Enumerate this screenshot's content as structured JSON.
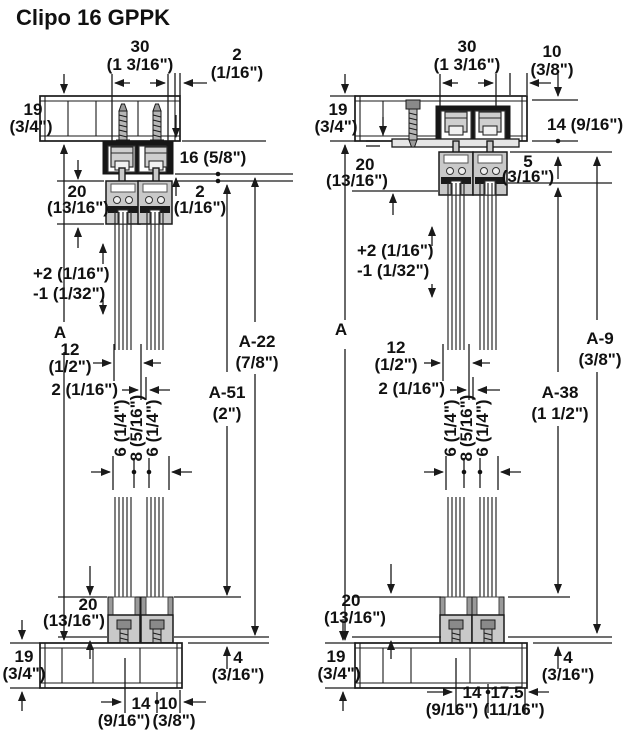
{
  "title": "Clipo 16 GPPK",
  "colors": {
    "line": "#1a1a1a",
    "track": "#161616",
    "metal": "#c9c9c9",
    "background": "#ffffff"
  },
  "left": {
    "track_width": {
      "mm": "30",
      "inch": "(1 3/16\")"
    },
    "reveal": {
      "mm": "2",
      "inch": "(1/16\")"
    },
    "panel_top": {
      "mm": "19",
      "inch": "(3/4\")"
    },
    "track_height": "16 (5/8\")",
    "track_clip_gap": {
      "mm": "2",
      "inch": "(1/16\")"
    },
    "clip_top": {
      "mm": "20",
      "inch": "(13/16\")"
    },
    "adjust": {
      "plus": "+2 (1/16\")",
      "minus": "-1 (1/32\")"
    },
    "height_label": "A",
    "glass_inset": {
      "mm": "12",
      "inch": "(1/2\")"
    },
    "glass_gap": "2 (1/16\")",
    "a22": {
      "val": "A-22",
      "inch": "(7/8\")"
    },
    "a51": {
      "val": "A-51",
      "inch": "(2\")"
    },
    "glass1": "6 (1/4\")",
    "gap8": "8 (5/16\")",
    "glass2": "6 (1/4\")",
    "clip_bottom": {
      "mm": "20",
      "inch": "(13/16\")"
    },
    "panel_bottom": {
      "mm": "19",
      "inch": "(3/4\")"
    },
    "floor_gap": {
      "mm": "4",
      "inch": "(3/16\")"
    },
    "screw_spacing": {
      "mm": "14",
      "inch": "(9/16\")"
    },
    "edge_dist": {
      "mm": "10",
      "inch": "(3/8\")"
    }
  },
  "right": {
    "track_width": {
      "mm": "30",
      "inch": "(1 3/16\")"
    },
    "edge_recess": {
      "mm": "10",
      "inch": "(3/8\")"
    },
    "panel_top": {
      "mm": "19",
      "inch": "(3/4\")"
    },
    "recess_depth": "14 (9/16\")",
    "clip_top": {
      "mm": "20",
      "inch": "(13/16\")"
    },
    "trim_clip_gap": {
      "mm": "5",
      "inch": "(3/16\")"
    },
    "adjust": {
      "plus": "+2 (1/16\")",
      "minus": "-1 (1/32\")"
    },
    "height_label": "A",
    "glass_inset": {
      "mm": "12",
      "inch": "(1/2\")"
    },
    "glass_gap": "2 (1/16\")",
    "a9": {
      "val": "A-9",
      "inch": "(3/8\")"
    },
    "a38": {
      "val": "A-38",
      "inch": "(1 1/2\")"
    },
    "glass1": "6 (1/4\")",
    "gap8": "8 (5/16\")",
    "glass2": "6 (1/4\")",
    "clip_bottom": {
      "mm": "20",
      "inch": "(13/16\")"
    },
    "panel_bottom": {
      "mm": "19",
      "inch": "(3/4\")"
    },
    "floor_gap": {
      "mm": "4",
      "inch": "(3/16\")"
    },
    "screw_spacing": {
      "mm": "14",
      "inch": "(9/16\")"
    },
    "edge_dist": {
      "mm": "17.5",
      "inch": "(11/16\")"
    }
  }
}
